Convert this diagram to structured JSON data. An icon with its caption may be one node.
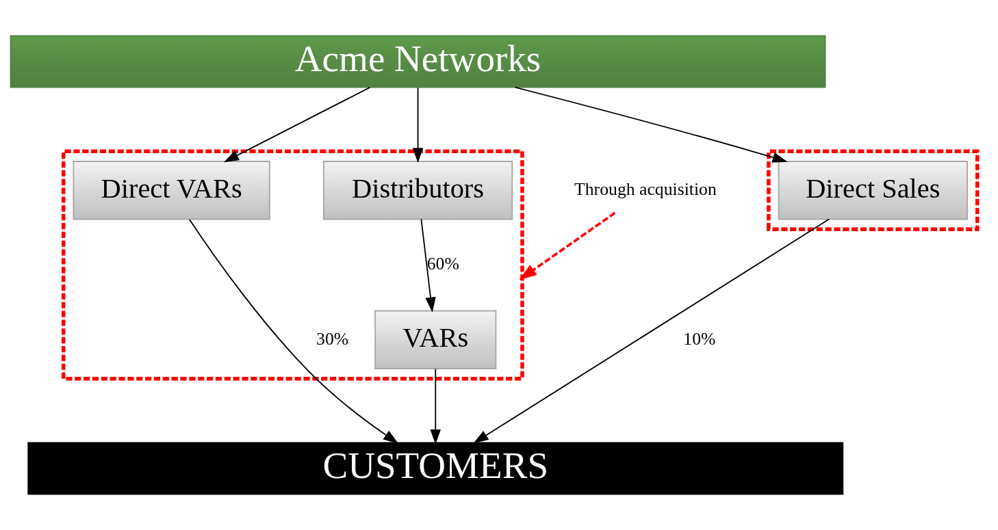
{
  "diagram": {
    "nodes": [
      {
        "text": [
          "Acme Networks"
        ]
      },
      {
        "text": [],
        "shape": "box"
      },
      {
        "text": [
          "Direct Sales"
        ],
        "in": 1
      },
      {
        "text": [],
        "shape": "box"
      },
      {
        "text": [
          "Direct VARs"
        ],
        "in": 3
      },
      {
        "text": [
          "Distributors"
        ],
        "in": 3
      },
      {
        "text": [
          "VARs"
        ],
        "in": 3
      },
      {
        "text": [
          "Through acquisition"
        ]
      },
      {
        "text": [
          "CUSTOMERS"
        ]
      }
    ],
    "edges": [
      {
        "from": 0,
        "to": 2,
        "arrow": "to"
      },
      {
        "from": 0,
        "to": 4,
        "arrow": "to"
      },
      {
        "from": 0,
        "to": 5,
        "arrow": "to"
      },
      {
        "from": 5,
        "to": 6,
        "arrow": "to",
        "label": "60%"
      },
      {
        "from": 2,
        "to": 8,
        "arrow": "to",
        "label": "10%"
      },
      {
        "from": 4,
        "to": 8,
        "arrow": "to",
        "label": "30%"
      },
      {
        "from": 6,
        "to": 8,
        "arrow": "to"
      },
      {
        "from": 7,
        "to": 3,
        "arrow": "to",
        "style": "dashed",
        "color": "#ff0000"
      }
    ]
  }
}
